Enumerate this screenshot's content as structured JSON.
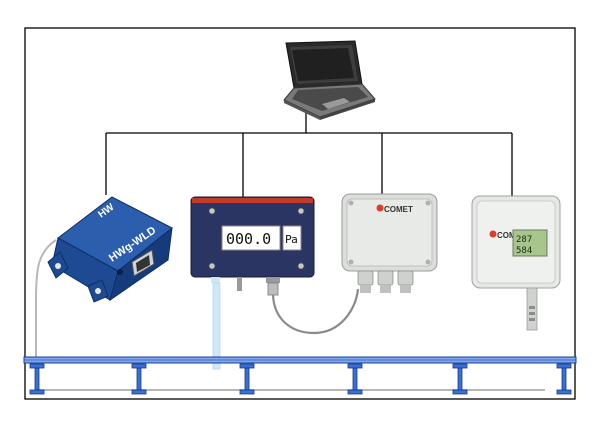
{
  "devices": {
    "hwg": {
      "logo": "HW",
      "model": "HWg-WLD"
    },
    "pressure": {
      "display": "000.0",
      "unit": "Pa"
    },
    "comet1": {
      "brand": "COMET"
    },
    "comet2": {
      "brand": "COMET",
      "display_top": "287",
      "display_bottom": "584"
    }
  },
  "colors": {
    "line": "#000000",
    "hwg_blue": "#1f4f9a",
    "pressure_navy": "#232e57",
    "housing_gray": "#d9dbd9",
    "lcd_green": "#9fbf86",
    "floor_blue": "#3a6fd8"
  }
}
